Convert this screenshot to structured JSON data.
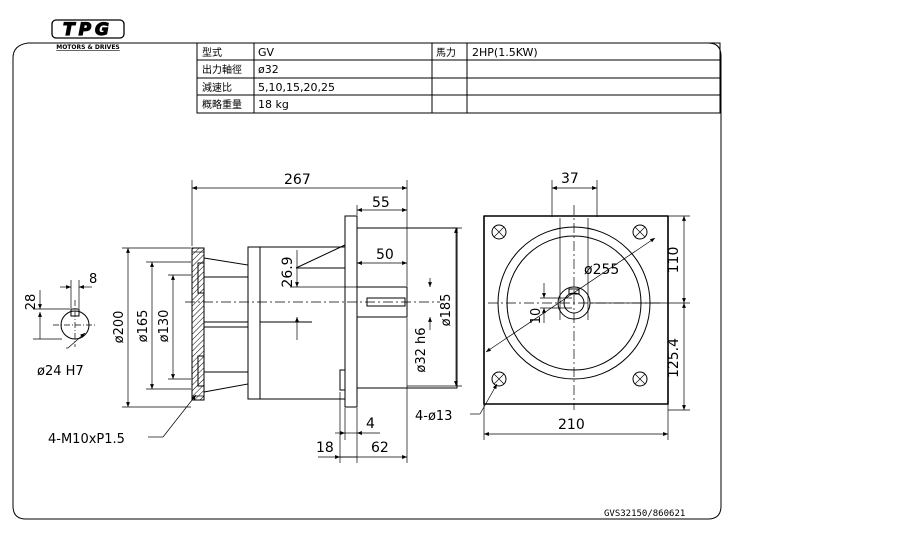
{
  "logo": {
    "mark": "TPG",
    "tagline": "MOTORS & DRIVES"
  },
  "spec_table": {
    "rows": [
      {
        "label": "型式",
        "value": "GV",
        "label2": "馬力",
        "value2": "2HP(1.5KW)"
      },
      {
        "label": "出力軸徑",
        "value": "ø32",
        "label2": "",
        "value2": ""
      },
      {
        "label": "減速比",
        "value": "5,10,15,20,25",
        "label2": "",
        "value2": ""
      },
      {
        "label": "概略重量",
        "value": "18 kg",
        "label2": "",
        "value2": ""
      }
    ]
  },
  "dims": {
    "d267": "267",
    "d55": "55",
    "d50": "50",
    "d26_9": "26.9",
    "d200": "ø200",
    "d165": "ø165",
    "d130": "ø130",
    "d185": "ø185",
    "d32h6": "ø32 h6",
    "d4": "4",
    "d18": "18",
    "d62": "62",
    "key8": "8",
    "key28": "28",
    "bore": "ø24 H7",
    "thread": "4-M10xP1.5",
    "d37": "37",
    "d255": "ø255",
    "d110": "110",
    "d125_4": "125.4",
    "d10": "10",
    "d210": "210",
    "holes": "4-ø13"
  },
  "drawing_number": "GVS32150/860621"
}
